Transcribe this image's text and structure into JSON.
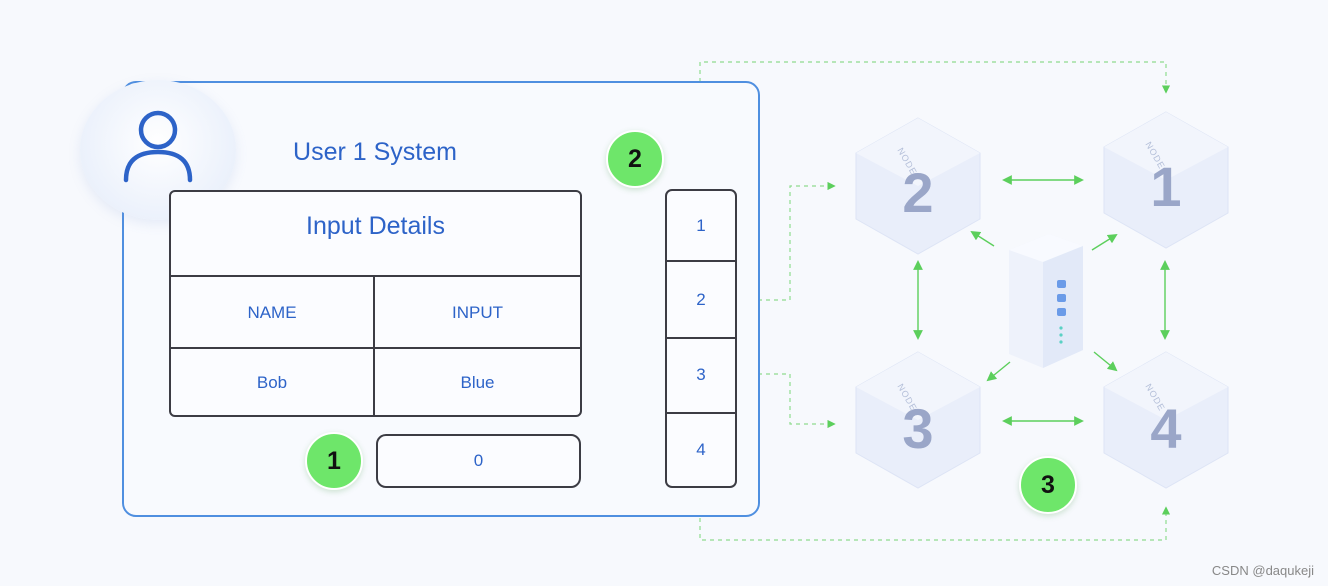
{
  "system": {
    "title": "User 1 System"
  },
  "table": {
    "title": "Input Details",
    "headers": [
      "NAME",
      "INPUT"
    ],
    "row": [
      "Bob",
      "Blue"
    ]
  },
  "counter": {
    "value": "0"
  },
  "stack": {
    "slots": [
      "1",
      "2",
      "3",
      "4"
    ]
  },
  "badges": [
    "1",
    "2",
    "3"
  ],
  "nodes": [
    {
      "label": "2",
      "caption": "NODE"
    },
    {
      "label": "1",
      "caption": "NODE"
    },
    {
      "label": "3",
      "caption": "NODE"
    },
    {
      "label": "4",
      "caption": "NODE"
    }
  ],
  "watermark": "CSDN @daqukeji",
  "colors": {
    "accent_blue": "#2d63c8",
    "panel_border": "#4f8fe0",
    "badge_green": "#6ee66a",
    "arrow_green": "#5ccf5c",
    "node_fill": "#e9eefa"
  }
}
